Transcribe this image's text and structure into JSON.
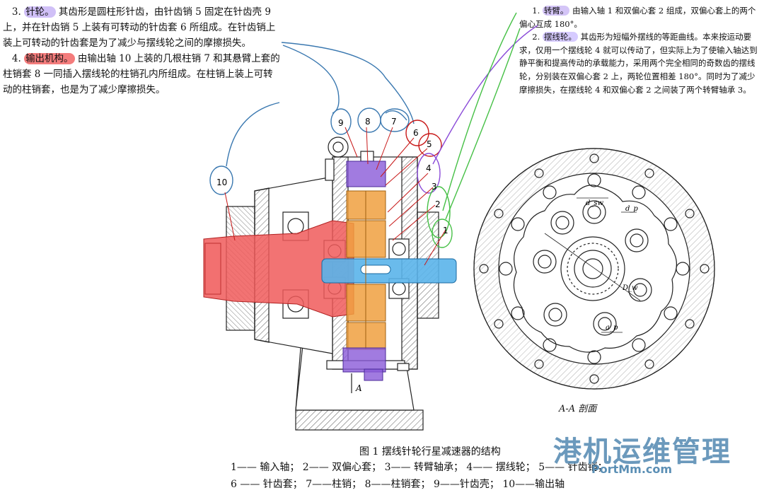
{
  "left_text": {
    "p1_num": "3.",
    "p1_term": "针轮。",
    "p1_body": "其齿形是圆柱形针齿，由针齿销 5 固定在针齿壳 9 上，并在针齿销 5 上装有可转动的针齿套 6 所组成。在针齿销上装上可转动的针齿套是为了减少与摆线轮之间的摩擦损失。",
    "p2_num": "4.",
    "p2_term": "输出机构。",
    "p2_body": "由输出轴 10 上装的几根柱销 7 和其悬臂上套的柱销套 8 一同插入摆线轮的柱销孔内所组成。在柱销上装上可转动的柱销套，也是为了减少摩擦损失。"
  },
  "right_text": {
    "p1_num": "1.",
    "p1_term": "转臂。",
    "p1_body": "由输入轴 1 和双偏心套 2 组成，双偏心套上的两个偏心互成 180°。",
    "p2_num": "2.",
    "p2_term": "摆线轮。",
    "p2_body": "其齿形为短幅外摆线的等距曲线。本来按运动要求，仅用一个摆线轮 4 就可以传动了，但实际上为了使输入轴达到静平衡和提高传动的承载能力，采用两个完全相同的奇数齿的摆线轮，分别装在双偏心套 2 上，两轮位置相差 180°。同时为了减少摩擦损失，在摆线轮 4 和双偏心套 2 之间装了两个转臂轴承 3。"
  },
  "callouts": [
    "10",
    "9",
    "8",
    "7",
    "6",
    "5",
    "4",
    "3",
    "2",
    "1"
  ],
  "section_marker": "A",
  "section_label": "A-A 剖面",
  "dimension_labels": {
    "dsw": "d_sw",
    "dp": "d_p",
    "Dw": "D_w",
    "ap": "a_p"
  },
  "caption": "图 1    摆线针轮行星减速器的结构",
  "legend_row1": "1—— 输入轴；  2—— 双偏心套；  3—— 转臂轴承；  4—— 摆线轮；  5—— 针齿销；",
  "legend_row2": "6 —— 针齿套；  7——柱销；  8——柱销套；  9——针齿壳；  10——输出轴",
  "watermark": "港机运维管理",
  "watermark_url": "PortMm.com",
  "colors": {
    "output_red": "#f05a5a",
    "input_blue": "#5ab4ea",
    "purple": "#8a5ad8",
    "orange": "#f0a040",
    "annotation_blue": "#3a78b0",
    "annotation_green": "#46c046",
    "annotation_red": "#c81818"
  }
}
